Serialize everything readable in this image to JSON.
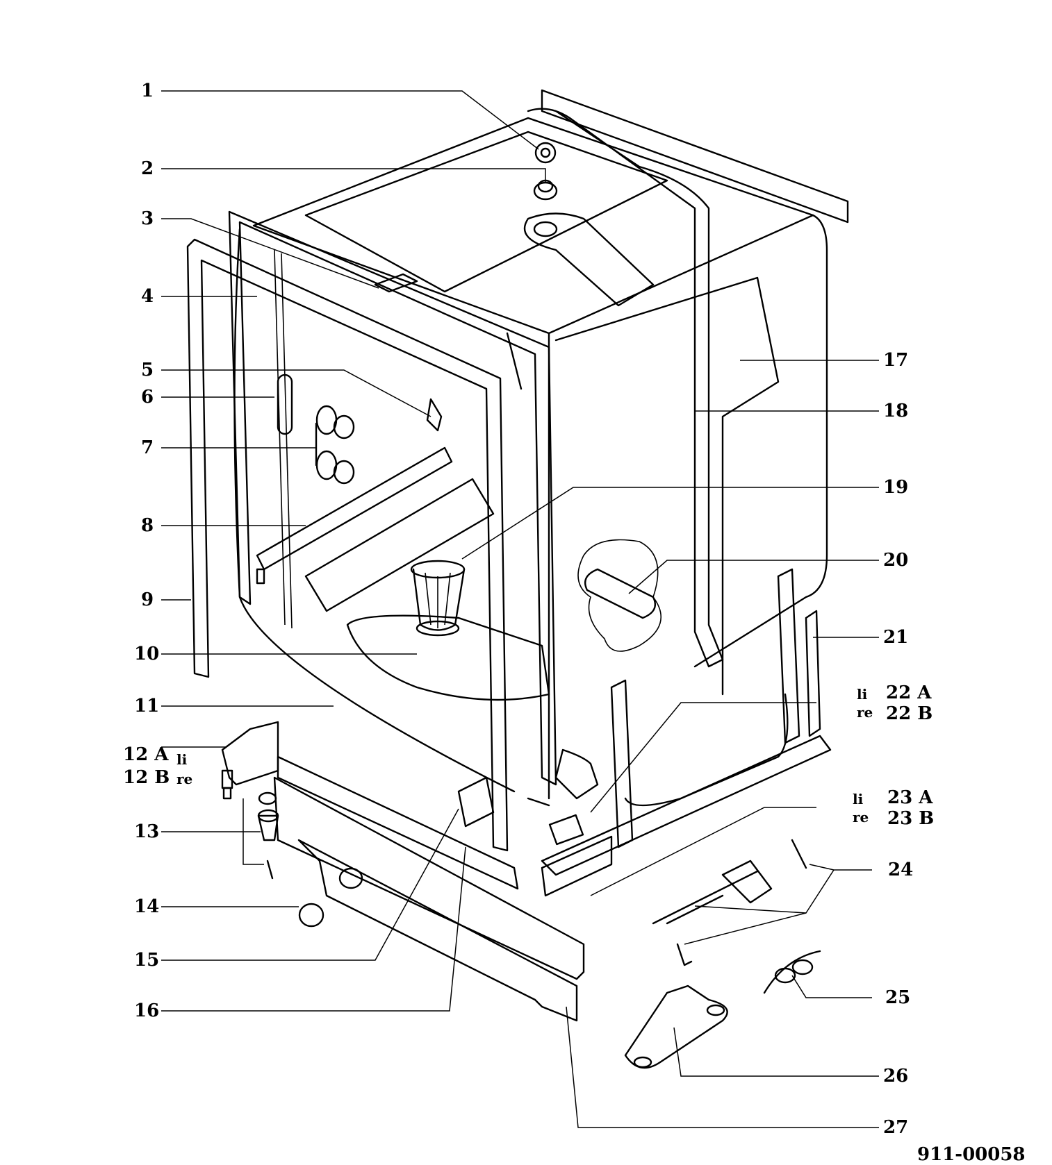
{
  "callouts": {
    "c1": "1",
    "c2": "2",
    "c3": "3",
    "c4": "4",
    "c5": "5",
    "c6": "6",
    "c7": "7",
    "c8": "8",
    "c9": "9",
    "c10": "10",
    "c11": "11",
    "c12a": "12 A",
    "c12b": "12 B",
    "c13": "13",
    "c14": "14",
    "c15": "15",
    "c16": "16",
    "c17": "17",
    "c18": "18",
    "c19": "19",
    "c20": "20",
    "c21": "21",
    "c22a": "22 A",
    "c22b": "22 B",
    "c23a": "23 A",
    "c23b": "23 B",
    "c24": "24",
    "c25": "25",
    "c26": "26",
    "c27": "27"
  },
  "side_labels": {
    "left": "li",
    "right": "re"
  },
  "drawing_number": "911-00058"
}
